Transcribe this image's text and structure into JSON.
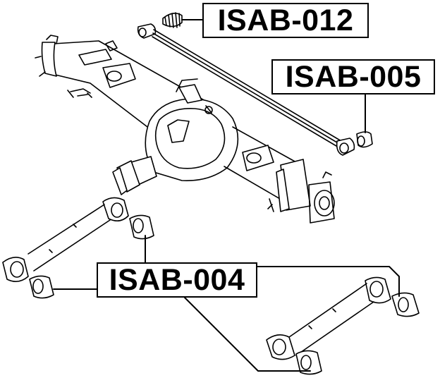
{
  "labels": {
    "isab_012": "ISAB-012",
    "isab_005": "ISAB-005",
    "isab_004": "ISAB-004"
  },
  "colors": {
    "line": "#000000",
    "background": "#ffffff"
  }
}
